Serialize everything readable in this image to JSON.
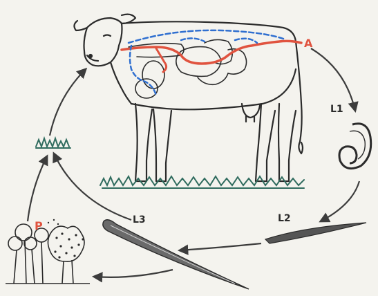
{
  "labels": {
    "a": "A",
    "l1": "L1",
    "l2": "L2",
    "l3": "L3",
    "p": "P"
  },
  "colors": {
    "background": "#f4f3ee",
    "ink": "#2b2b2b",
    "red_path": "#e0533f",
    "blue_path": "#2f6fd0",
    "grass": "#2f6b5e",
    "arrow": "#3c3c3c"
  }
}
